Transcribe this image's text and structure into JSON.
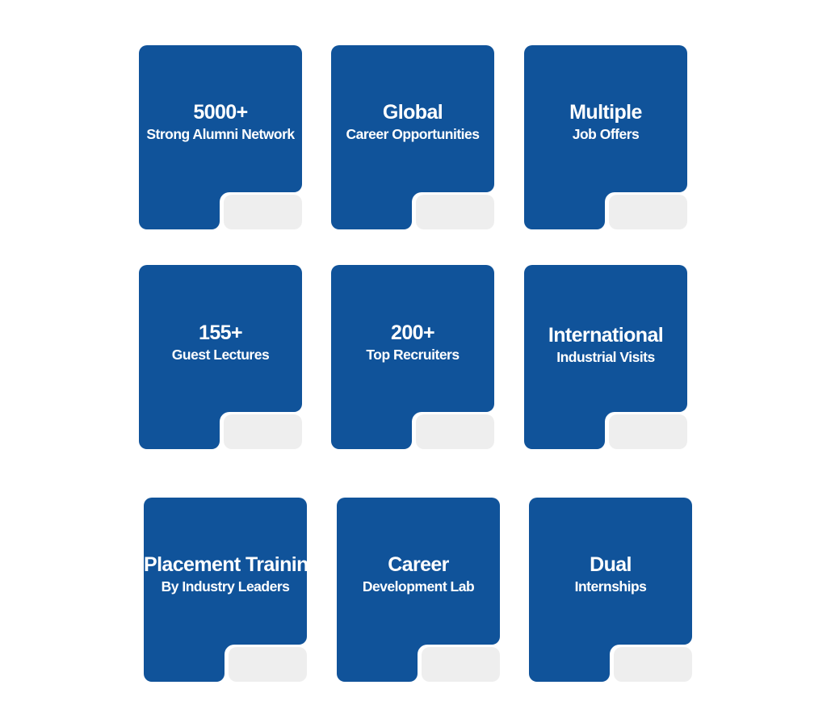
{
  "theme": {
    "card_color": "#10539a",
    "notch_color": "#eeeeee",
    "background": "#ffffff"
  },
  "cards": [
    {
      "title": "5000+",
      "subtitle": "Strong Alumni Network"
    },
    {
      "title": "Global",
      "subtitle": "Career Opportunities"
    },
    {
      "title": "Multiple",
      "subtitle": "Job Offers"
    },
    {
      "title": "155+",
      "subtitle": "Guest Lectures"
    },
    {
      "title": "200+",
      "subtitle": "Top Recruiters"
    },
    {
      "title": "International",
      "subtitle": "Industrial Visits"
    },
    {
      "title": "Placement Training",
      "subtitle": "By Industry Leaders"
    },
    {
      "title": "Career",
      "subtitle": "Development Lab"
    },
    {
      "title": "Dual",
      "subtitle": "Internships"
    }
  ]
}
